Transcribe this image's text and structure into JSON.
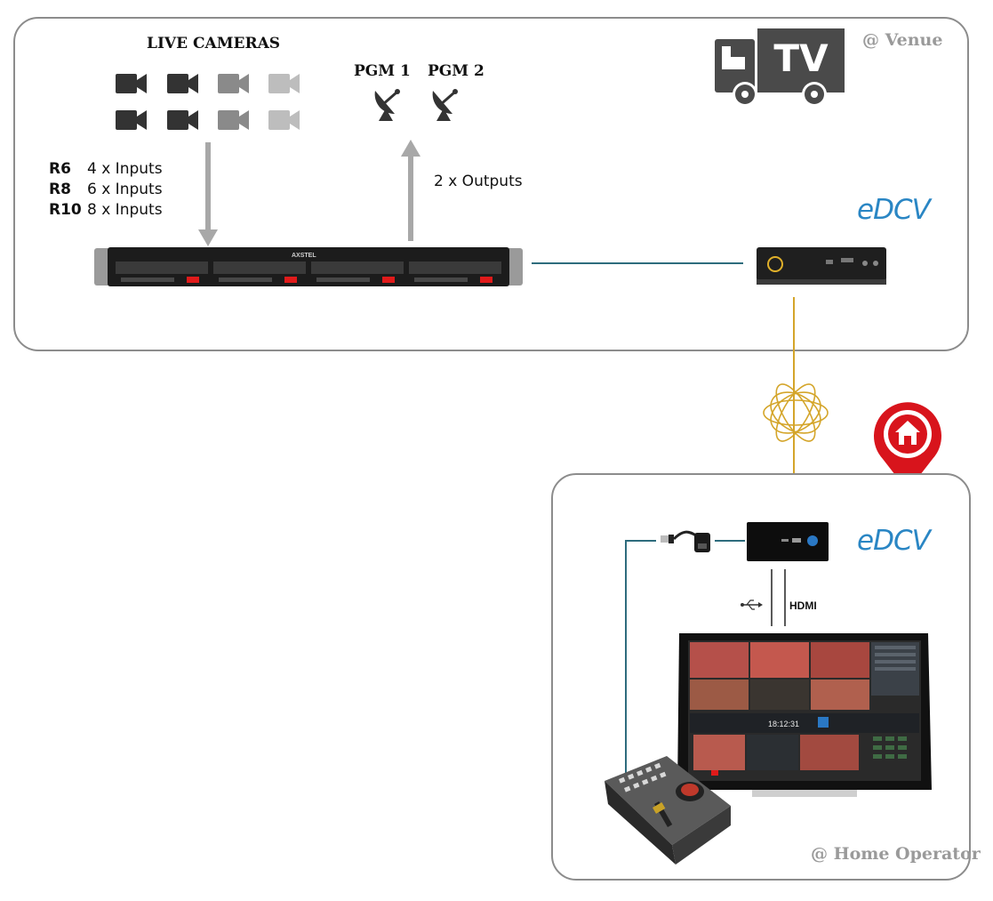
{
  "venue": {
    "tag": "@ Venue",
    "truck_text": "TV",
    "live_cameras_label": "LIVE CAMERAS",
    "pgm1_label": "PGM 1",
    "pgm2_label": "PGM 2",
    "models": [
      {
        "model": "R6",
        "inputs": "4 x Inputs"
      },
      {
        "model": "R8",
        "inputs": "6 x Inputs"
      },
      {
        "model": "R10",
        "inputs": "8 x Inputs"
      }
    ],
    "outputs_label": "2 x Outputs",
    "server_brand": "AXSTEL",
    "brand_logo": "eDCV"
  },
  "home": {
    "tag": "@ Home Operator",
    "brand_logo": "eDCV",
    "hdmi_label": "HDMI",
    "screen_clock": "18:12:31"
  },
  "colors": {
    "panel_border": "#8c8c8c",
    "link_line": "#2e6c7d",
    "internet_gold": "#d4a52a",
    "brand_blue": "#2a86c4",
    "home_pin_red": "#d8141c",
    "truck_gray": "#4a4a4a"
  },
  "icons": [
    "video-camera-icon",
    "satellite-dish-icon",
    "tv-truck-icon",
    "internet-globe-icon",
    "home-pin-icon",
    "usb-icon"
  ]
}
